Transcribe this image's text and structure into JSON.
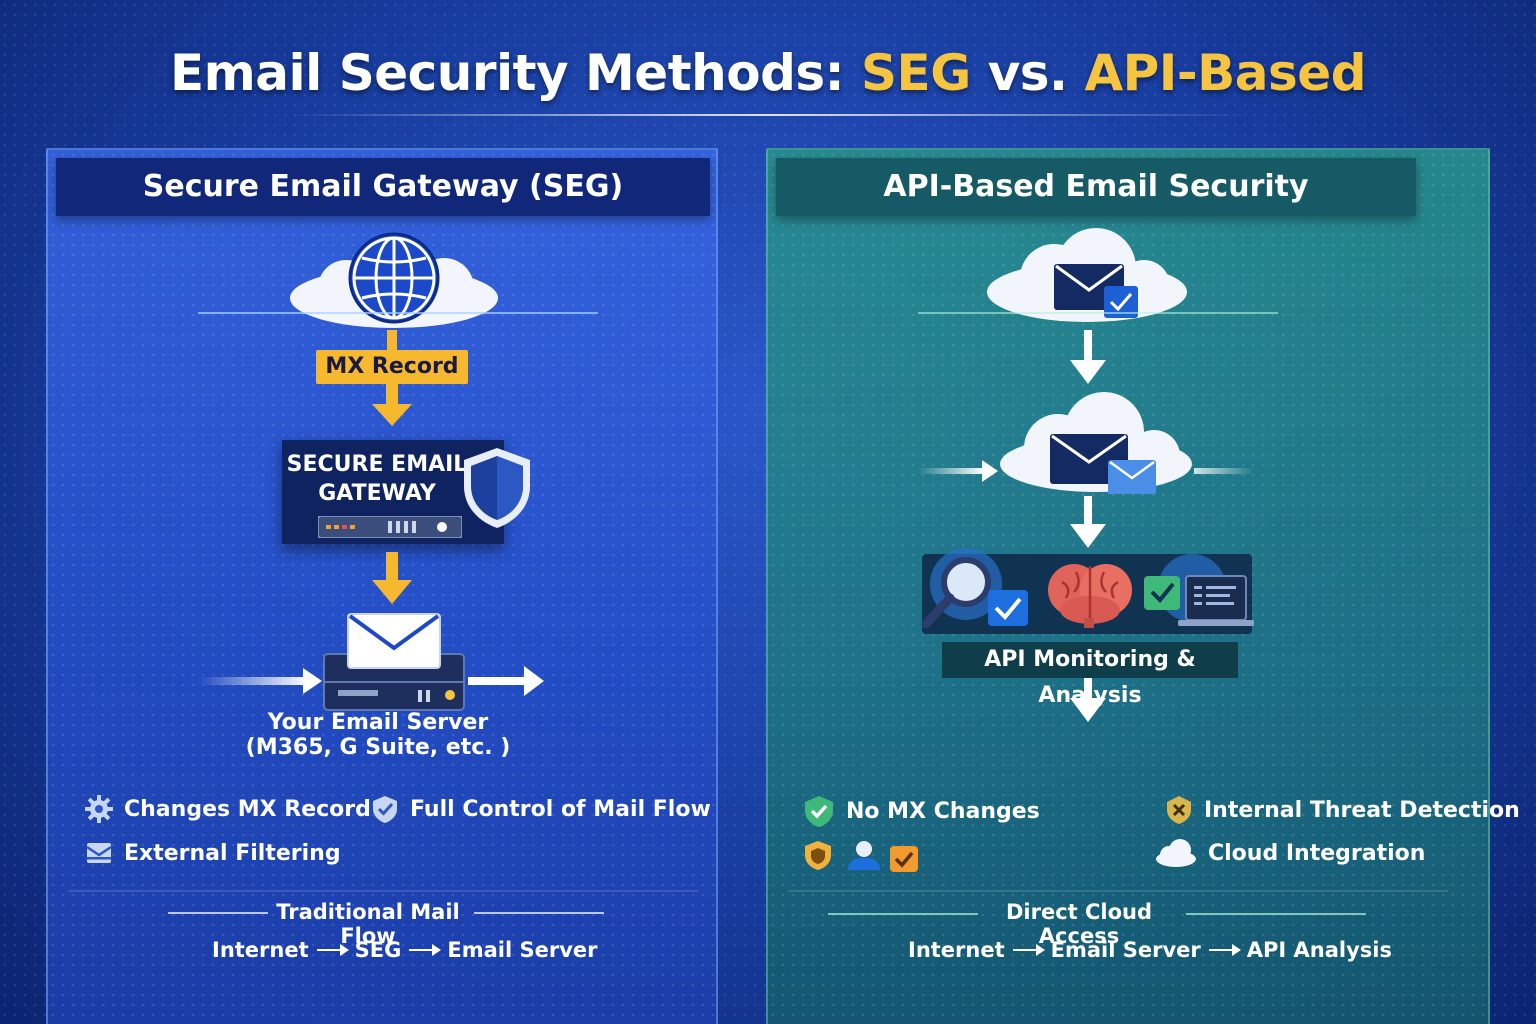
{
  "title": {
    "prefix": "Email Security Methods:",
    "seg": "SEG",
    "vs": "vs.",
    "api": "API-Based"
  },
  "left": {
    "header": "Secure Email Gateway (SEG)",
    "mx_label": "MX Record",
    "gateway_line1": "SECURE EMAIL",
    "gateway_line2": "GATEWAY",
    "server_line1": "Your Email Server",
    "server_line2": "(M365, G Suite, etc. )",
    "features": [
      {
        "label": "Changes MX Record",
        "icon": "gear-icon"
      },
      {
        "label": "Full Control of Mail Flow",
        "icon": "shield-check-icon"
      },
      {
        "label": "External Filtering",
        "icon": "inbox-filter-icon"
      }
    ],
    "flow_title": "Traditional Mail Flow",
    "flow": [
      "Internet",
      "SEG",
      "Email Server"
    ]
  },
  "right": {
    "header": "API-Based Email Security",
    "api_label": "API Monitoring & Analysis",
    "features": [
      {
        "label": "No MX Changes",
        "icon": "shield-check-icon"
      },
      {
        "label": "Internal Threat Detection",
        "icon": "threat-badge-icon"
      },
      {
        "label": "Cloud Integration",
        "icon": "cloud-icon"
      }
    ],
    "flow_title": "Direct Cloud Access",
    "flow": [
      "Internet",
      "Email Server",
      "API Analysis"
    ]
  },
  "colors": {
    "accent_yellow": "#f5c542",
    "left_panel": "#2f5fd8",
    "right_panel": "#238a86"
  }
}
